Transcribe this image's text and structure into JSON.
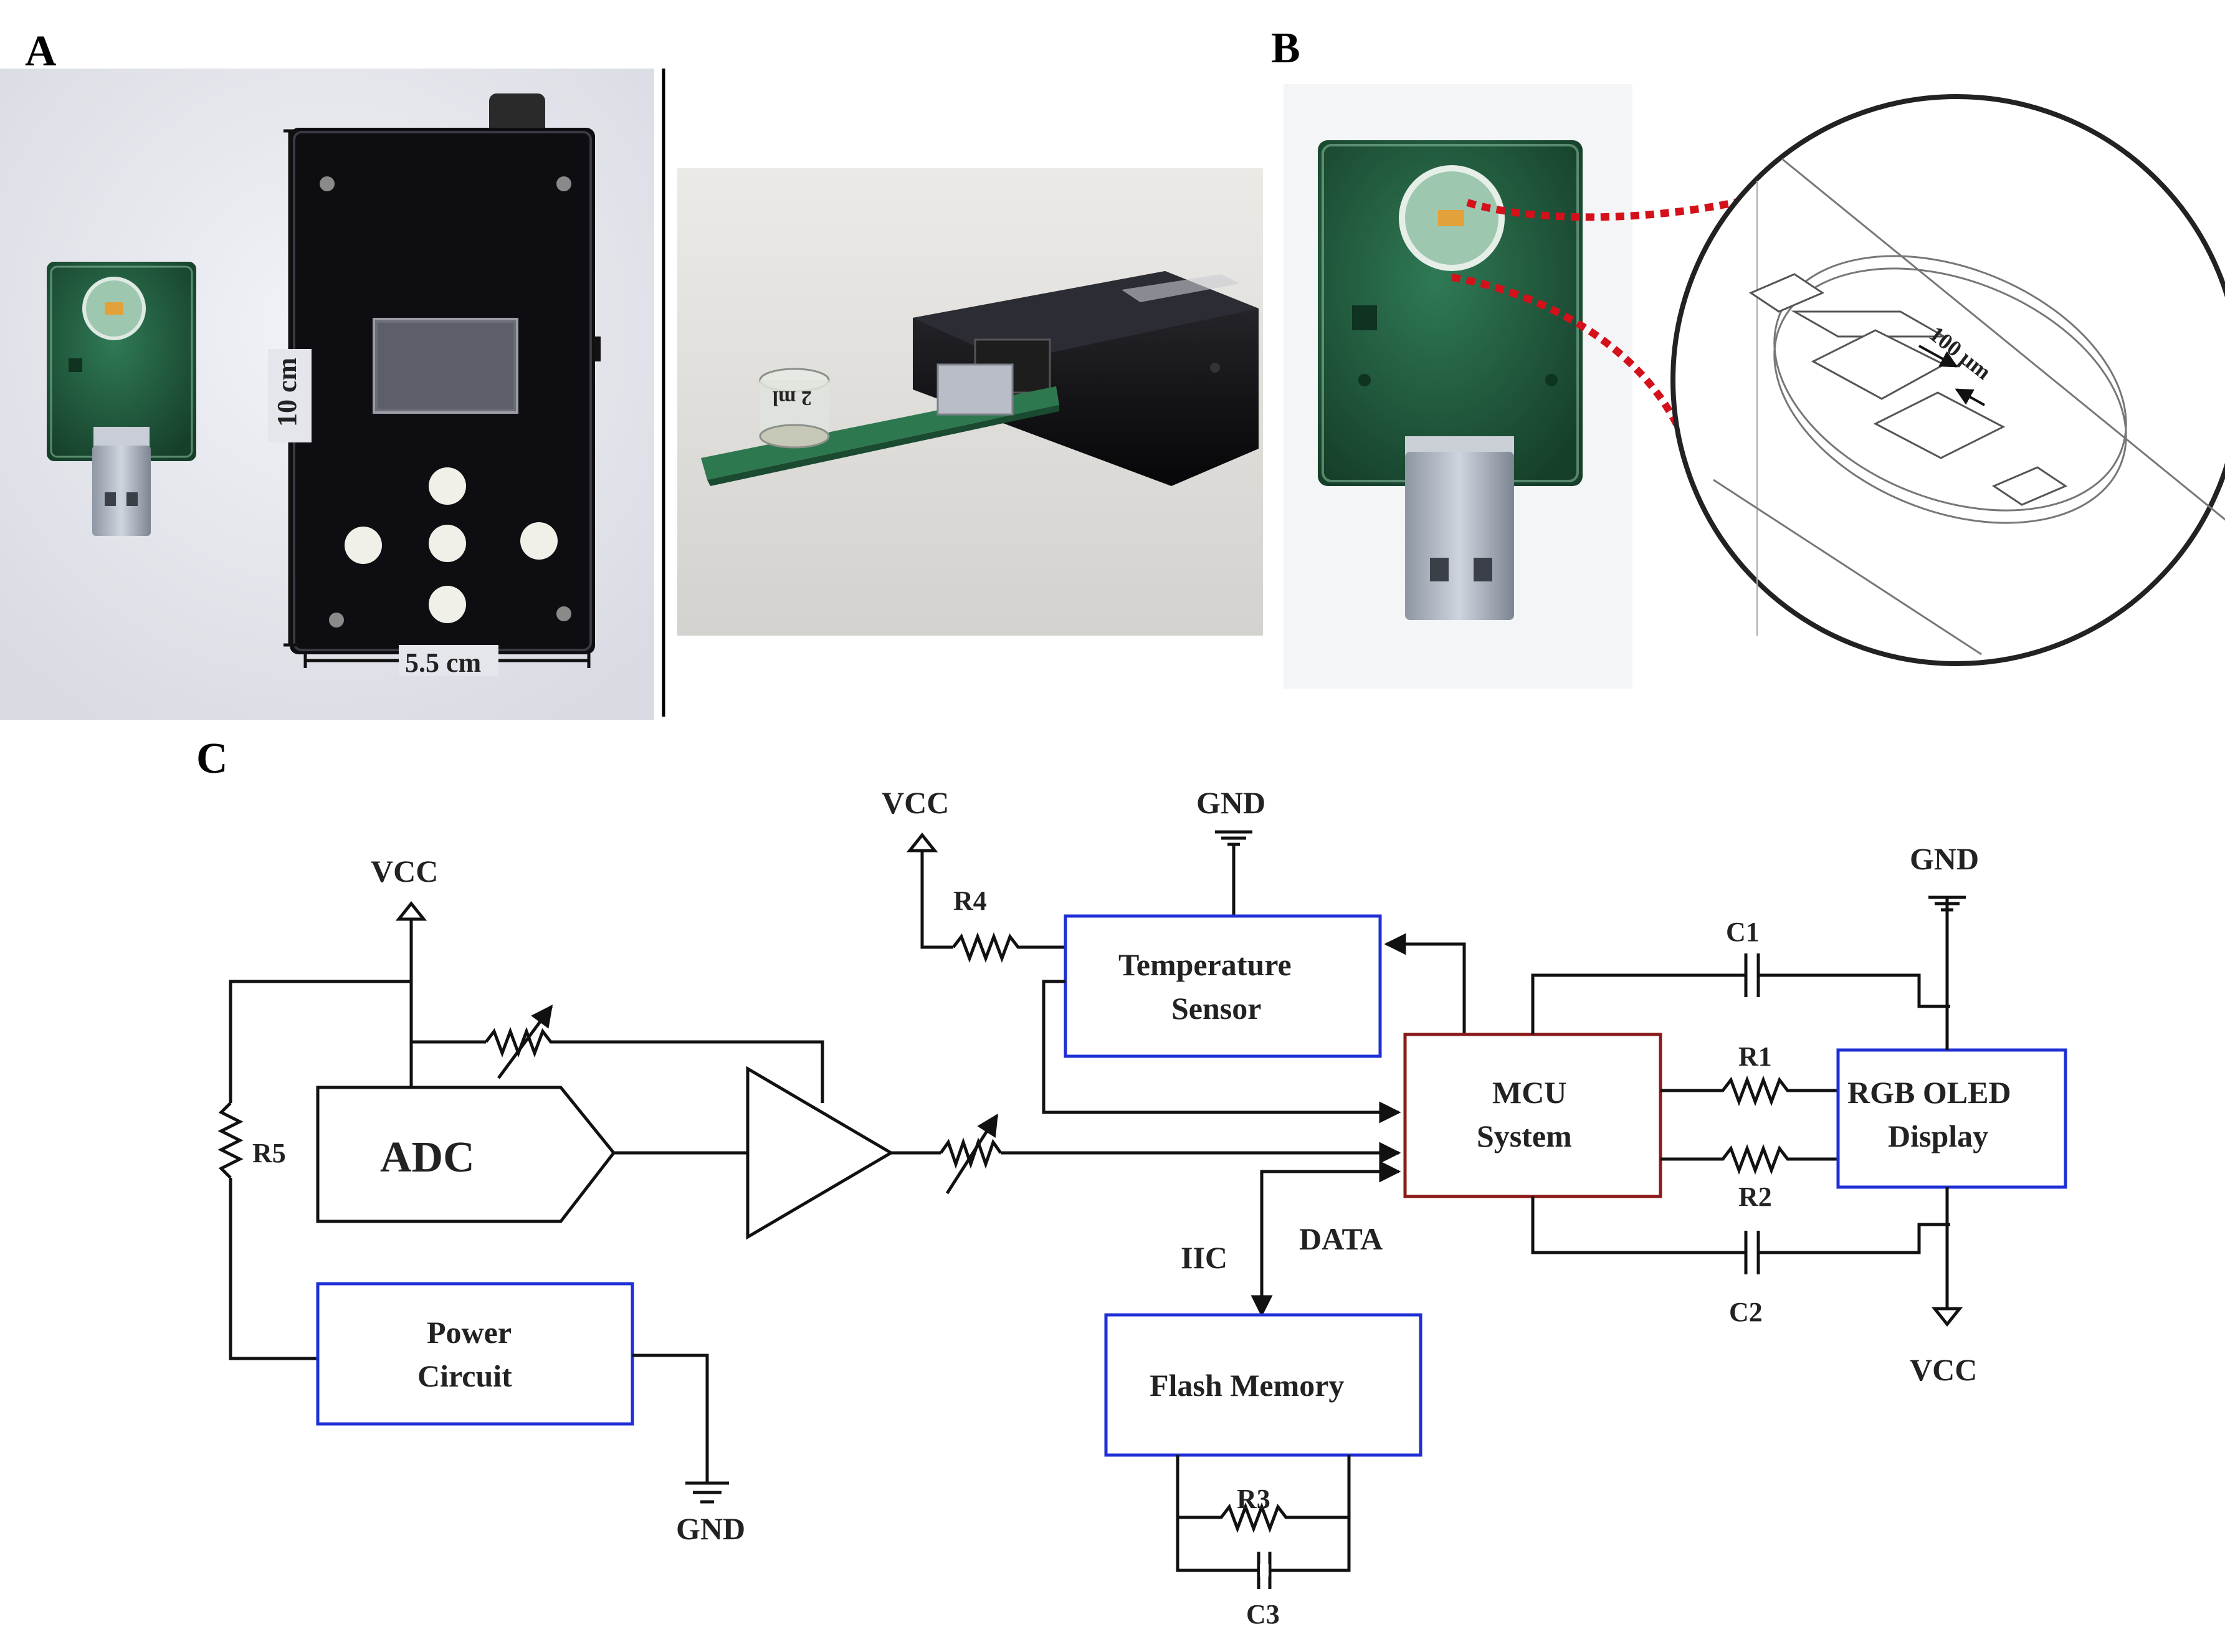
{
  "panels": {
    "a": "A",
    "b": "B",
    "c": "C"
  },
  "photo_a": {
    "height_dim": "10 cm",
    "width_dim": "5.5 cm",
    "vial_mark": "2 ml"
  },
  "photo_b": {
    "gap_label": "100 µm"
  },
  "circuit": {
    "vcc_left": "VCC",
    "vcc_temp": "VCC",
    "gnd_temp": "GND",
    "gnd_right": "GND",
    "vcc_right": "VCC",
    "gnd_bottom": "GND",
    "r1": "R1",
    "r2": "R2",
    "r3": "R3",
    "r4": "R4",
    "r5": "R5",
    "c1": "C1",
    "c2": "C2",
    "c3": "C3",
    "adc": "ADC",
    "temp_line1": "Temperature",
    "temp_line2": "Sensor",
    "mcu_line1": "MCU",
    "mcu_line2": "System",
    "oled_line1": "RGB  OLED",
    "oled_line2": "Display",
    "power_line1": "Power",
    "power_line2": "Circuit",
    "flash": "Flash Memory",
    "iic": "IIC",
    "data": "DATA"
  },
  "colors": {
    "block_blue": "#1f2fd6",
    "block_red": "#8b1a1a",
    "callout_red": "#d4101a",
    "pcb_green": "#1f5d3a",
    "device_black": "#0e0e12"
  }
}
